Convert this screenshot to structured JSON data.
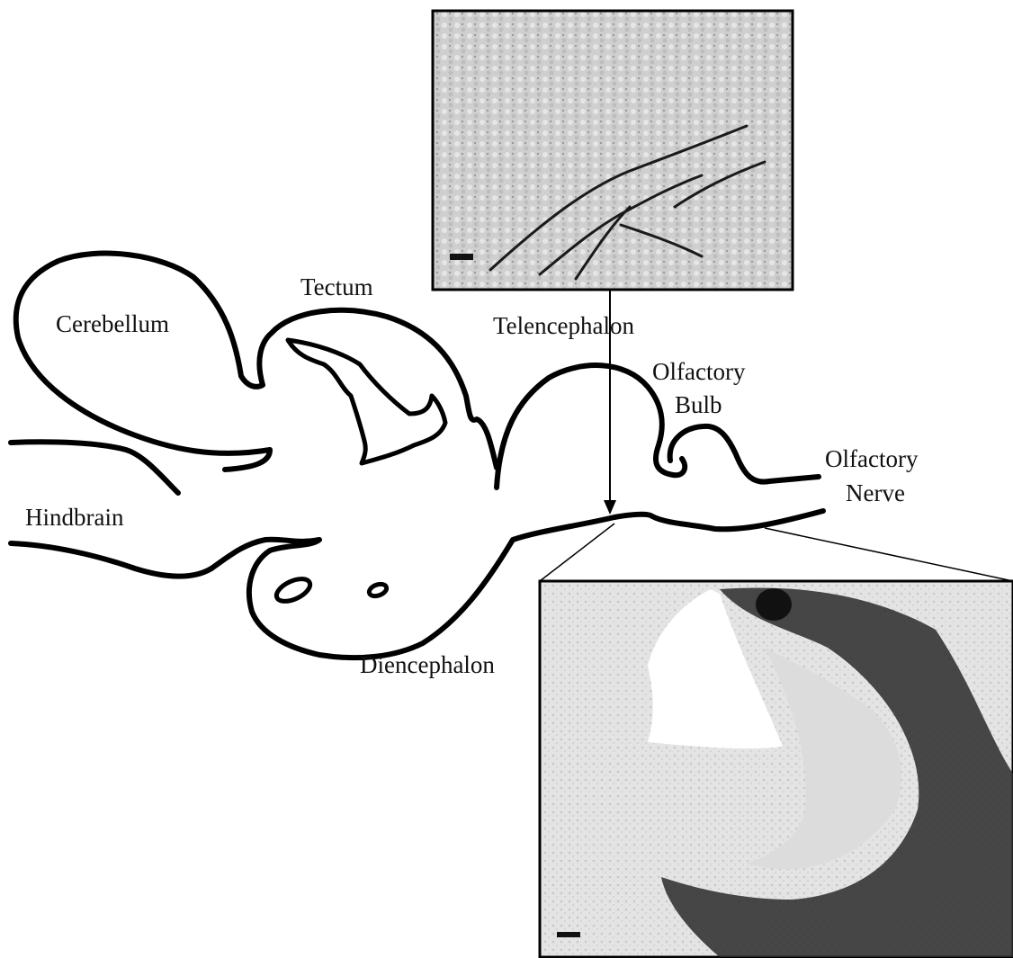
{
  "labels": {
    "tectum": "Tectum",
    "cerebellum": "Cerebellum",
    "telencephalon": "Telencephalon",
    "olfactory_bulb_line1": "Olfactory",
    "olfactory_bulb_line2": "Bulb",
    "olfactory_nerve_line1": "Olfactory",
    "olfactory_nerve_line2": "Nerve",
    "hindbrain": "Hindbrain",
    "diencephalon": "Diencephalon"
  },
  "colors": {
    "outline": "#000000",
    "micrograph_background": "#d8d8d8",
    "stain": "#1a1a1a"
  }
}
